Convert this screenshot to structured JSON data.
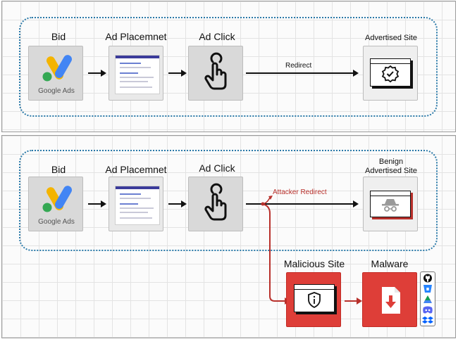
{
  "top_panel": {
    "bid_label": "Bid",
    "placement_label": "Ad Placemnet",
    "click_label": "Ad Click",
    "site_label": "Advertised Site",
    "redirect_label": "Redirect",
    "google_ads_text": "Google Ads"
  },
  "bottom_panel": {
    "bid_label": "Bid",
    "placement_label": "Ad Placemnet",
    "click_label": "Ad Click",
    "benign_label_line1": "Benign",
    "benign_label_line2": "Advertised Site",
    "attacker_redirect_label": "Attacker Redirect",
    "malicious_label": "Malicious Site",
    "malware_label": "Malware",
    "google_ads_text": "Google Ads"
  },
  "colors": {
    "dotted_border": "#2a79a8",
    "attack_red": "#b8302b",
    "malicious_fill": "#de3e38"
  },
  "icons": [
    "google-ads-logo",
    "search-results-page",
    "pointer-hand-icon",
    "verified-badge-icon",
    "spy-incognito-icon",
    "info-shield-icon",
    "download-file-icon",
    "github-icon",
    "bitbucket-icon",
    "google-drive-icon",
    "discord-icon",
    "dropbox-icon"
  ]
}
